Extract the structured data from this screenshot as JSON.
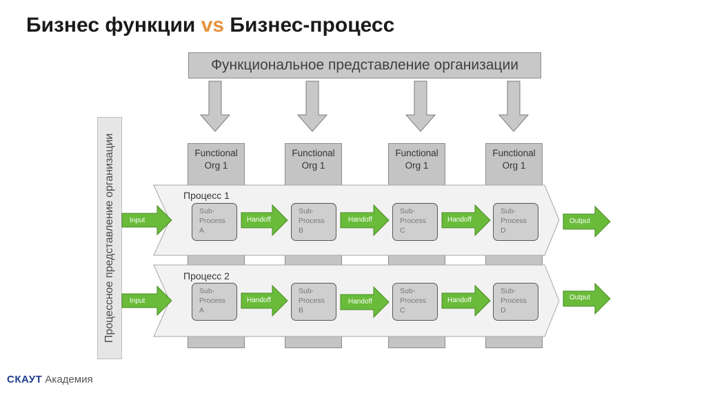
{
  "title": {
    "part1": "Бизнес функции",
    "vs": "vs",
    "part2": "Бизнес-процесс"
  },
  "top_label": "Функциональное представление организации",
  "side_label": "Процессное представление организации",
  "columns": [
    {
      "line1": "Functional",
      "line2": "Org 1"
    },
    {
      "line1": "Functional",
      "line2": "Org 1"
    },
    {
      "line1": "Functional",
      "line2": "Org 1"
    },
    {
      "line1": "Functional",
      "line2": "Org 1"
    }
  ],
  "processes": [
    {
      "label": "Процесс 1",
      "input": "Input",
      "output": "Output",
      "handoffs": [
        "Handoff",
        "Handoff",
        "Handoff"
      ],
      "subs": [
        {
          "l1": "Sub-",
          "l2": "Process",
          "l3": "A"
        },
        {
          "l1": "Sub-",
          "l2": "Process",
          "l3": "B"
        },
        {
          "l1": "Sub-",
          "l2": "Process",
          "l3": "C"
        },
        {
          "l1": "Sub-",
          "l2": "Process",
          "l3": "D"
        }
      ]
    },
    {
      "label": "Процесс 2",
      "input": "Input",
      "output": "Output",
      "handoffs": [
        "Handoff",
        "Handoff",
        "Handoff"
      ],
      "subs": [
        {
          "l1": "Sub-",
          "l2": "Process",
          "l3": "A"
        },
        {
          "l1": "Sub-",
          "l2": "Process",
          "l3": "B"
        },
        {
          "l1": "Sub-",
          "l2": "Process",
          "l3": "C"
        },
        {
          "l1": "Sub-",
          "l2": "Process",
          "l3": "D"
        }
      ]
    }
  ],
  "logo": {
    "brand": "СКАУТ",
    "rest": " Академия"
  },
  "colors": {
    "accent": "#e8913a",
    "green": "#6abb3a",
    "gray": "#c4c4c4",
    "brand": "#1f3d8f"
  }
}
